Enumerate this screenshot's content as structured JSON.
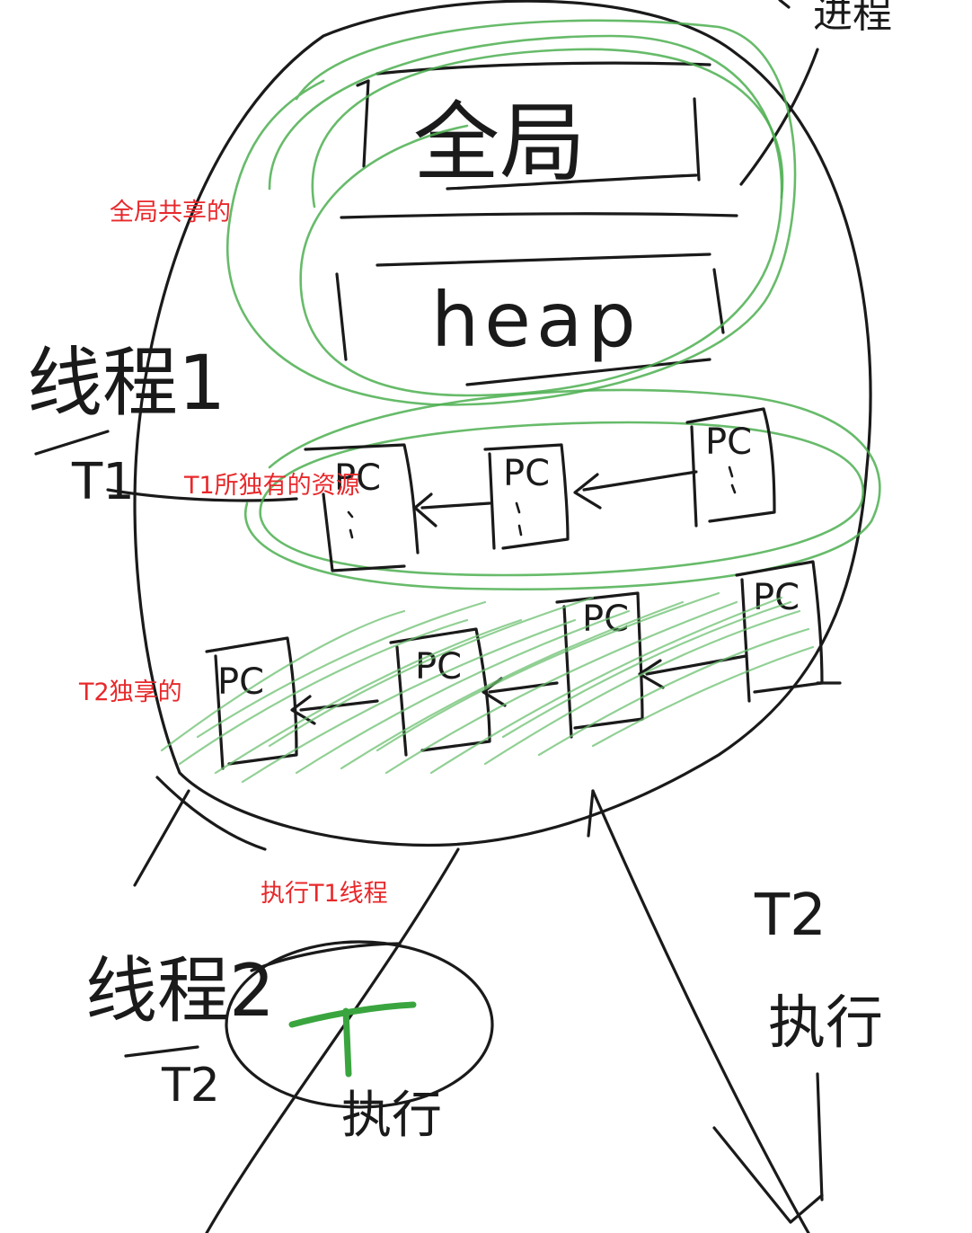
{
  "annotations": {
    "global_shared": "全局共享的",
    "t1_exclusive": "T1所独有的资源",
    "t2_exclusive": "T2独享的",
    "execute_t1": "执行T1线程"
  },
  "handwriting": {
    "global": "全局",
    "heap": "heap",
    "thread1": "线程1",
    "t1": "T1",
    "thread2": "线程2",
    "t2": "T2",
    "execute": "执行",
    "pc": "PC",
    "top_right": "进程"
  },
  "colors": {
    "annotation": "#e8282b",
    "ink": "#1a1a1a",
    "highlight": "#4caf50"
  }
}
